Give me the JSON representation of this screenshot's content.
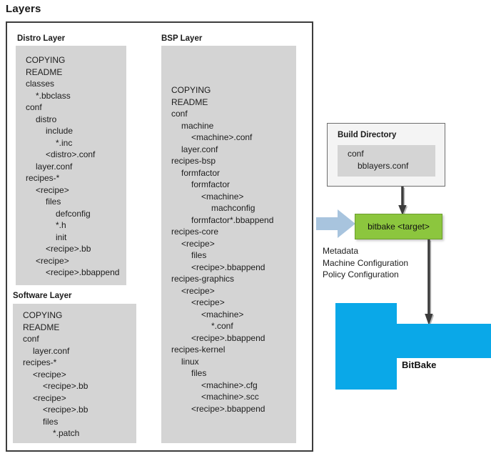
{
  "title": "Layers",
  "layers": [
    {
      "id": "distro",
      "label": "Distro Layer",
      "items": [
        {
          "text": "COPYING",
          "depth": 0
        },
        {
          "text": "README",
          "depth": 0
        },
        {
          "text": "classes",
          "depth": 0
        },
        {
          "text": "*.bbclass",
          "depth": 1
        },
        {
          "text": "conf",
          "depth": 0
        },
        {
          "text": "distro",
          "depth": 1
        },
        {
          "text": "include",
          "depth": 2
        },
        {
          "text": "*.inc",
          "depth": 3
        },
        {
          "text": "<distro>.conf",
          "depth": 2
        },
        {
          "text": "layer.conf",
          "depth": 1
        },
        {
          "text": "recipes-*",
          "depth": 0
        },
        {
          "text": "<recipe>",
          "depth": 1
        },
        {
          "text": "files",
          "depth": 2
        },
        {
          "text": "defconfig",
          "depth": 3
        },
        {
          "text": "*.h",
          "depth": 3
        },
        {
          "text": "init",
          "depth": 3
        },
        {
          "text": "<recipe>.bb",
          "depth": 2
        },
        {
          "text": "<recipe>",
          "depth": 1
        },
        {
          "text": "<recipe>.bbappend",
          "depth": 2
        }
      ]
    },
    {
      "id": "software",
      "label": "Software Layer",
      "items": [
        {
          "text": "COPYING",
          "depth": 0
        },
        {
          "text": "README",
          "depth": 0
        },
        {
          "text": "conf",
          "depth": 0
        },
        {
          "text": "layer.conf",
          "depth": 1
        },
        {
          "text": "recipes-*",
          "depth": 0
        },
        {
          "text": "<recipe>",
          "depth": 1
        },
        {
          "text": "<recipe>.bb",
          "depth": 2
        },
        {
          "text": "<recipe>",
          "depth": 1
        },
        {
          "text": "<recipe>.bb",
          "depth": 2
        },
        {
          "text": "files",
          "depth": 2
        },
        {
          "text": "*.patch",
          "depth": 3
        }
      ]
    },
    {
      "id": "bsp",
      "label": "BSP Layer",
      "items": [
        {
          "text": "COPYING",
          "depth": 0
        },
        {
          "text": "README",
          "depth": 0
        },
        {
          "text": "conf",
          "depth": 0
        },
        {
          "text": "machine",
          "depth": 1
        },
        {
          "text": "<machine>.conf",
          "depth": 2
        },
        {
          "text": "layer.conf",
          "depth": 1
        },
        {
          "text": "recipes-bsp",
          "depth": 0
        },
        {
          "text": "formfactor",
          "depth": 1
        },
        {
          "text": "formfactor",
          "depth": 2
        },
        {
          "text": "<machine>",
          "depth": 3
        },
        {
          "text": "machconfig",
          "depth": 4
        },
        {
          "text": "formfactor*.bbappend",
          "depth": 2
        },
        {
          "text": "recipes-core",
          "depth": 0
        },
        {
          "text": "<recipe>",
          "depth": 1
        },
        {
          "text": "files",
          "depth": 2
        },
        {
          "text": "<recipe>.bbappend",
          "depth": 2
        },
        {
          "text": "recipes-graphics",
          "depth": 0
        },
        {
          "text": "<recipe>",
          "depth": 1
        },
        {
          "text": "<recipe>",
          "depth": 2
        },
        {
          "text": "<machine>",
          "depth": 3
        },
        {
          "text": "*.conf",
          "depth": 4
        },
        {
          "text": "<recipe>.bbappend",
          "depth": 2
        },
        {
          "text": "recipes-kernel",
          "depth": 0
        },
        {
          "text": "linux",
          "depth": 1
        },
        {
          "text": "files",
          "depth": 2
        },
        {
          "text": "<machine>.cfg",
          "depth": 3
        },
        {
          "text": "<machine>.scc",
          "depth": 3
        },
        {
          "text": "<recipe>.bbappend",
          "depth": 2
        }
      ]
    }
  ],
  "build_directory": {
    "title": "Build Directory",
    "items": [
      {
        "text": "conf",
        "depth": 0
      },
      {
        "text": "bblayers.conf",
        "depth": 1
      }
    ]
  },
  "bitbake_target": {
    "label": "bitbake <target>"
  },
  "metadata_caption": [
    "Metadata",
    "Machine Configuration",
    "Policy Configuration"
  ],
  "bitbake_block": {
    "label": "BitBake"
  },
  "colors": {
    "panel_gray": "#d4d4d4",
    "frame_border": "#3c3c3c",
    "bitbake_green": "#8cc63e",
    "bitbake_blue": "#0aa8e8",
    "metadata_arrow_blue": "#a8c4de",
    "arrow_dark": "#3c3c3c"
  }
}
